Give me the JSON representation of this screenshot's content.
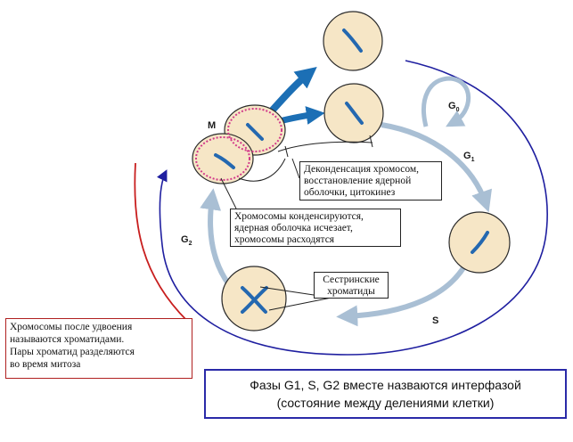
{
  "phase_labels": {
    "m": "M",
    "g0": "G",
    "g0_sub": "0",
    "g1": "G",
    "g1_sub": "1",
    "g2": "G",
    "g2_sub": "2",
    "s": "S"
  },
  "callouts": {
    "decondensation": [
      "Деконденсация хромосом,",
      "восстановление ядерной",
      "оболочки, цитокинез"
    ],
    "condensation": [
      "Хромосомы конденсируются,",
      "ядерная оболочка исчезает,",
      "хромосомы расходятся"
    ],
    "sister_chromatids": [
      "Сестринские",
      "хроматиды"
    ],
    "chromatids_note": [
      "Хромосомы после удвоения",
      "называются хроматидами.",
      "Пары хроматид разделяются",
      "во время митоза"
    ],
    "interphase_note": [
      "Фазы G1, S, G2 вместе назваются интерфазой",
      "(состояние между делениями клетки)"
    ]
  },
  "colors": {
    "cycle_arrow": "#a9bfd4",
    "division_arrow": "#1c6fb5",
    "outer_arc": "#1f1fa0",
    "red_arc": "#c81e1e",
    "cell_fill": "#f6e6c6",
    "cell_stroke": "#2b2b2b",
    "chromosome": "#2468b0",
    "mitotic_cell": "#d23a8a"
  }
}
